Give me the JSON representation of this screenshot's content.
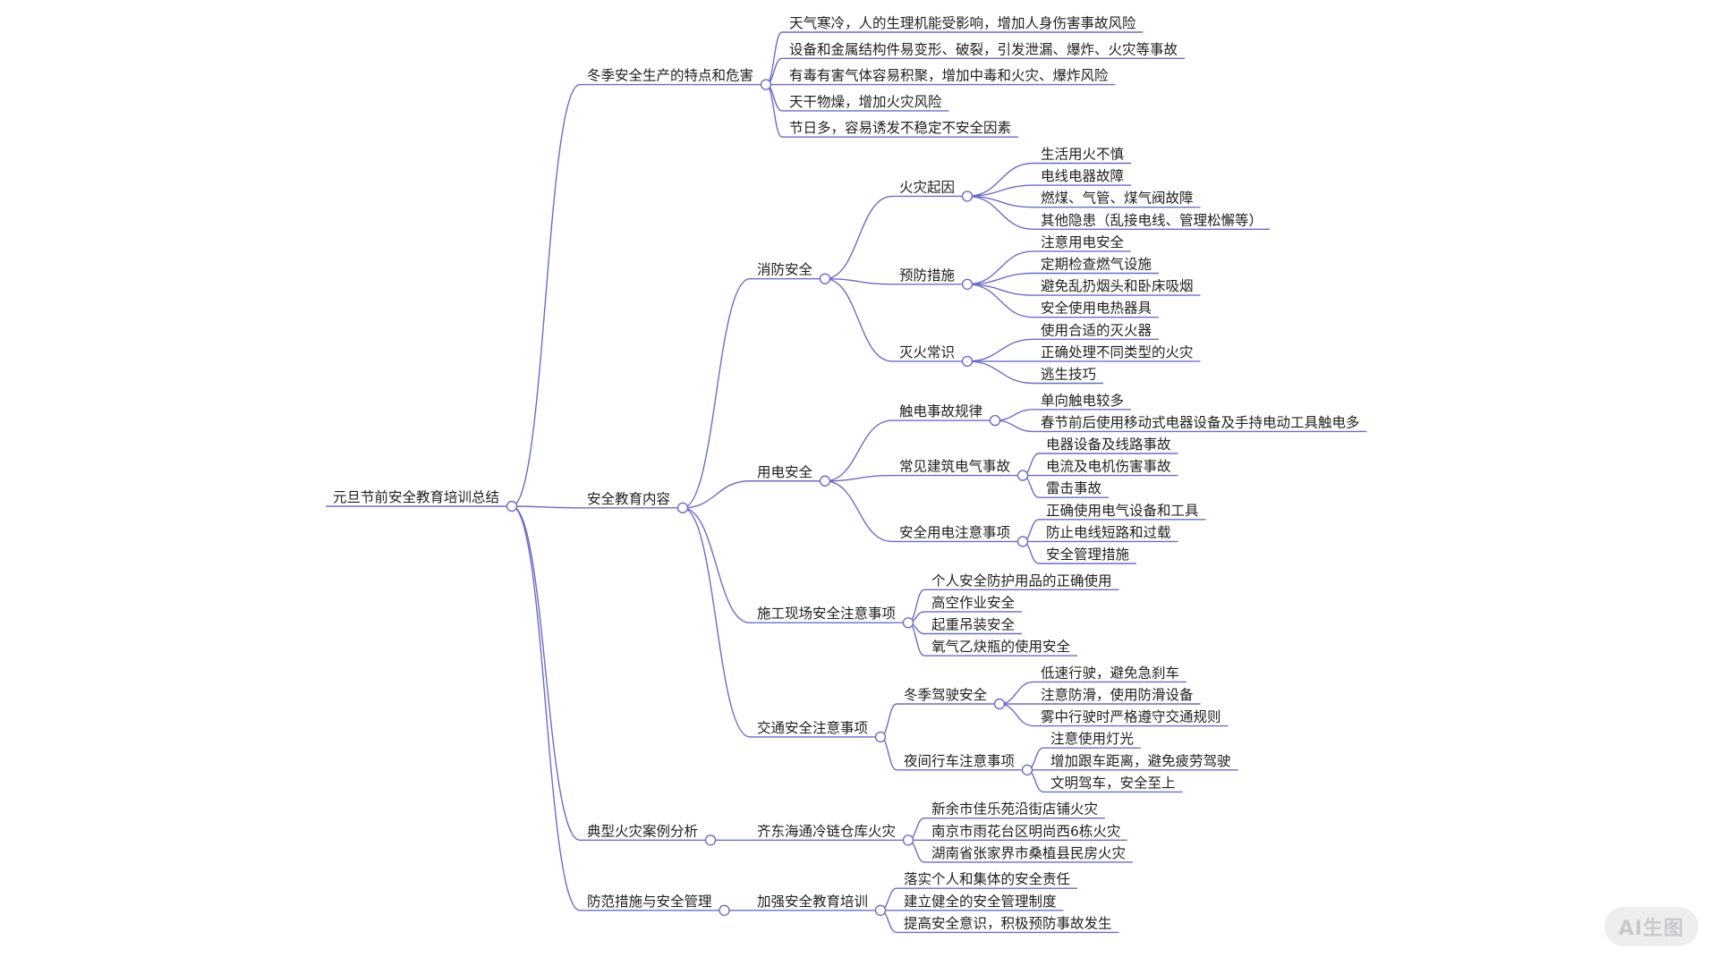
{
  "colors": {
    "line": "#6c6cc6",
    "text": "#1f1f1f",
    "bg": "#ffffff"
  },
  "watermark": "AI生图",
  "mindmap": {
    "label": "元旦节前安全教育培训总结",
    "children": [
      {
        "label": "冬季安全生产的特点和危害",
        "children": [
          {
            "label": "天气寒冷，人的生理机能受影响，增加人身伤害事故风险"
          },
          {
            "label": "设备和金属结构件易变形、破裂，引发泄漏、爆炸、火灾等事故"
          },
          {
            "label": "有毒有害气体容易积聚，增加中毒和火灾、爆炸风险"
          },
          {
            "label": "天干物燥，增加火灾风险"
          },
          {
            "label": "节日多，容易诱发不稳定不安全因素"
          }
        ]
      },
      {
        "label": "安全教育内容",
        "children": [
          {
            "label": "消防安全",
            "children": [
              {
                "label": "火灾起因",
                "children": [
                  {
                    "label": "生活用火不慎"
                  },
                  {
                    "label": "电线电器故障"
                  },
                  {
                    "label": "燃煤、气管、煤气阀故障"
                  },
                  {
                    "label": "其他隐患（乱接电线、管理松懈等）"
                  }
                ]
              },
              {
                "label": "预防措施",
                "children": [
                  {
                    "label": "注意用电安全"
                  },
                  {
                    "label": "定期检查燃气设施"
                  },
                  {
                    "label": "避免乱扔烟头和卧床吸烟"
                  },
                  {
                    "label": "安全使用电热器具"
                  }
                ]
              },
              {
                "label": "灭火常识",
                "children": [
                  {
                    "label": "使用合适的灭火器"
                  },
                  {
                    "label": "正确处理不同类型的火灾"
                  },
                  {
                    "label": "逃生技巧"
                  }
                ]
              }
            ]
          },
          {
            "label": "用电安全",
            "children": [
              {
                "label": "触电事故规律",
                "children": [
                  {
                    "label": "单向触电较多"
                  },
                  {
                    "label": "春节前后使用移动式电器设备及手持电动工具触电多"
                  }
                ]
              },
              {
                "label": "常见建筑电气事故",
                "children": [
                  {
                    "label": "电器设备及线路事故"
                  },
                  {
                    "label": "电流及电机伤害事故"
                  },
                  {
                    "label": "雷击事故"
                  }
                ]
              },
              {
                "label": "安全用电注意事项",
                "children": [
                  {
                    "label": "正确使用电气设备和工具"
                  },
                  {
                    "label": "防止电线短路和过载"
                  },
                  {
                    "label": "安全管理措施"
                  }
                ]
              }
            ]
          },
          {
            "label": "施工现场安全注意事项",
            "children": [
              {
                "label": "个人安全防护用品的正确使用"
              },
              {
                "label": "高空作业安全"
              },
              {
                "label": "起重吊装安全"
              },
              {
                "label": "氧气乙炔瓶的使用安全"
              }
            ]
          },
          {
            "label": "交通安全注意事项",
            "children": [
              {
                "label": "冬季驾驶安全",
                "children": [
                  {
                    "label": "低速行驶，避免急刹车"
                  },
                  {
                    "label": "注意防滑，使用防滑设备"
                  },
                  {
                    "label": "雾中行驶时严格遵守交通规则"
                  }
                ]
              },
              {
                "label": "夜间行车注意事项",
                "children": [
                  {
                    "label": "注意使用灯光"
                  },
                  {
                    "label": "增加跟车距离，避免疲劳驾驶"
                  },
                  {
                    "label": "文明驾车，安全至上"
                  }
                ]
              }
            ]
          }
        ]
      },
      {
        "label": "典型火灾案例分析",
        "children": [
          {
            "label": "齐东海通冷链仓库火灾",
            "children": [
              {
                "label": "新余市佳乐苑沿街店铺火灾"
              },
              {
                "label": "南京市雨花台区明尚西6栋火灾"
              },
              {
                "label": "湖南省张家界市桑植县民房火灾"
              }
            ]
          }
        ]
      },
      {
        "label": "防范措施与安全管理",
        "children": [
          {
            "label": "加强安全教育培训",
            "children": [
              {
                "label": "落实个人和集体的安全责任"
              },
              {
                "label": "建立健全的安全管理制度"
              },
              {
                "label": "提高安全意识，积极预防事故发生"
              }
            ]
          }
        ]
      }
    ]
  }
}
